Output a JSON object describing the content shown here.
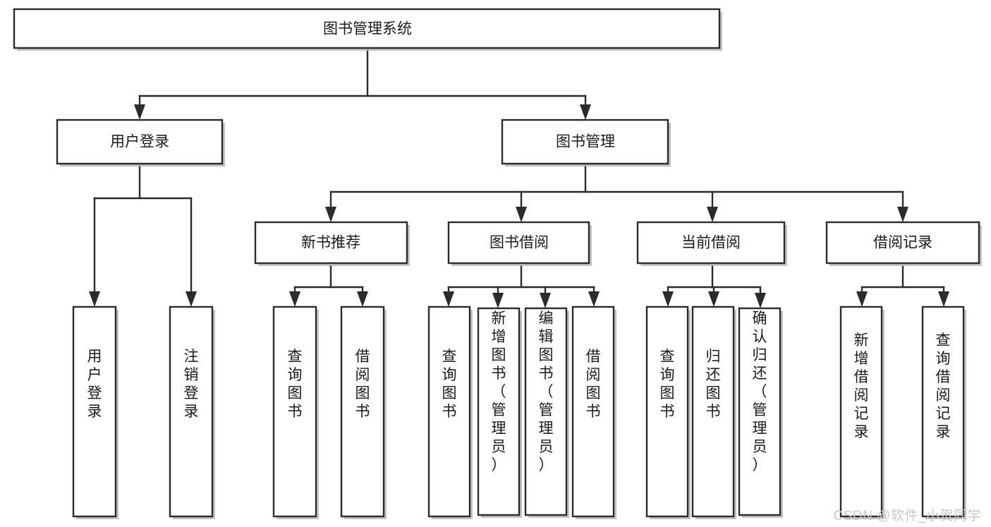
{
  "diagram": {
    "type": "tree",
    "title": "图书管理系统",
    "style": {
      "box_fill": "#ffffff",
      "box_stroke": "#2b2b2b",
      "text_color": "#1a1a1a",
      "background": "#ffffff",
      "watermark_color": "#c9c9c9"
    },
    "root": {
      "label": "图书管理系统",
      "orientation": "horizontal"
    },
    "level1": [
      {
        "label": "用户登录",
        "orientation": "horizontal"
      },
      {
        "label": "图书管理",
        "orientation": "horizontal"
      }
    ],
    "level2": [
      {
        "label": "新书推荐",
        "orientation": "horizontal",
        "parent": "图书管理"
      },
      {
        "label": "图书借阅",
        "orientation": "horizontal",
        "parent": "图书管理"
      },
      {
        "label": "当前借阅",
        "orientation": "horizontal",
        "parent": "图书管理"
      },
      {
        "label": "借阅记录",
        "orientation": "horizontal",
        "parent": "图书管理"
      }
    ],
    "leaves": {
      "用户登录": [
        {
          "label": "用户登录",
          "orientation": "vertical"
        },
        {
          "label": "注销登录",
          "orientation": "vertical"
        }
      ],
      "新书推荐": [
        {
          "label": "查询图书",
          "orientation": "vertical"
        },
        {
          "label": "借阅图书",
          "orientation": "vertical"
        }
      ],
      "图书借阅": [
        {
          "label": "查询图书",
          "orientation": "vertical"
        },
        {
          "label": "新增图书（管理员）",
          "orientation": "vertical"
        },
        {
          "label": "编辑图书（管理员）",
          "orientation": "vertical"
        },
        {
          "label": "借阅图书",
          "orientation": "vertical"
        }
      ],
      "当前借阅": [
        {
          "label": "查询图书",
          "orientation": "vertical"
        },
        {
          "label": "归还图书",
          "orientation": "vertical"
        },
        {
          "label": "确认归还（管理员）",
          "orientation": "vertical"
        }
      ],
      "借阅记录": [
        {
          "label": "新增借阅记录",
          "orientation": "vertical"
        },
        {
          "label": "查询借阅记录",
          "orientation": "vertical"
        }
      ]
    }
  },
  "watermark": {
    "text": "CSDN @软件_小贺同学"
  }
}
